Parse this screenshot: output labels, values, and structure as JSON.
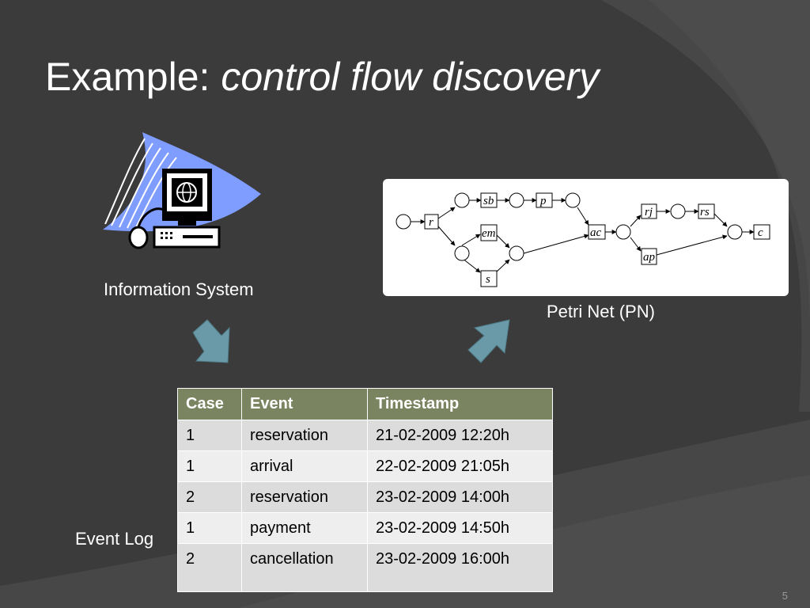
{
  "slide": {
    "title_prefix": "Example: ",
    "title_emphasis": "control flow discovery",
    "number": "5"
  },
  "labels": {
    "information_system": "Information System",
    "petri_net": "Petri Net (PN)",
    "event_log": "Event Log"
  },
  "petri_net": {
    "transitions": [
      "r",
      "sb",
      "p",
      "em",
      "s",
      "ac",
      "rj",
      "rs",
      "ap",
      "c"
    ]
  },
  "event_log": {
    "headers": [
      "Case",
      "Event",
      "Timestamp"
    ],
    "rows": [
      [
        "1",
        "reservation",
        "21-02-2009 12:20h"
      ],
      [
        "1",
        "arrival",
        "22-02-2009 21:05h"
      ],
      [
        "2",
        "reservation",
        "23-02-2009 14:00h"
      ],
      [
        "1",
        "payment",
        "23-02-2009 14:50h"
      ],
      [
        "2",
        "cancellation",
        "23-02-2009 16:00h"
      ]
    ]
  },
  "colors": {
    "background": "#3b3b3b",
    "table_header": "#7a8460",
    "arrow": "#6a9aa8",
    "wave": "#7f9cff"
  },
  "icons": {
    "computer": "computer-icon",
    "arrow_down": "arrow-down-right-icon",
    "arrow_up": "arrow-up-right-icon"
  }
}
